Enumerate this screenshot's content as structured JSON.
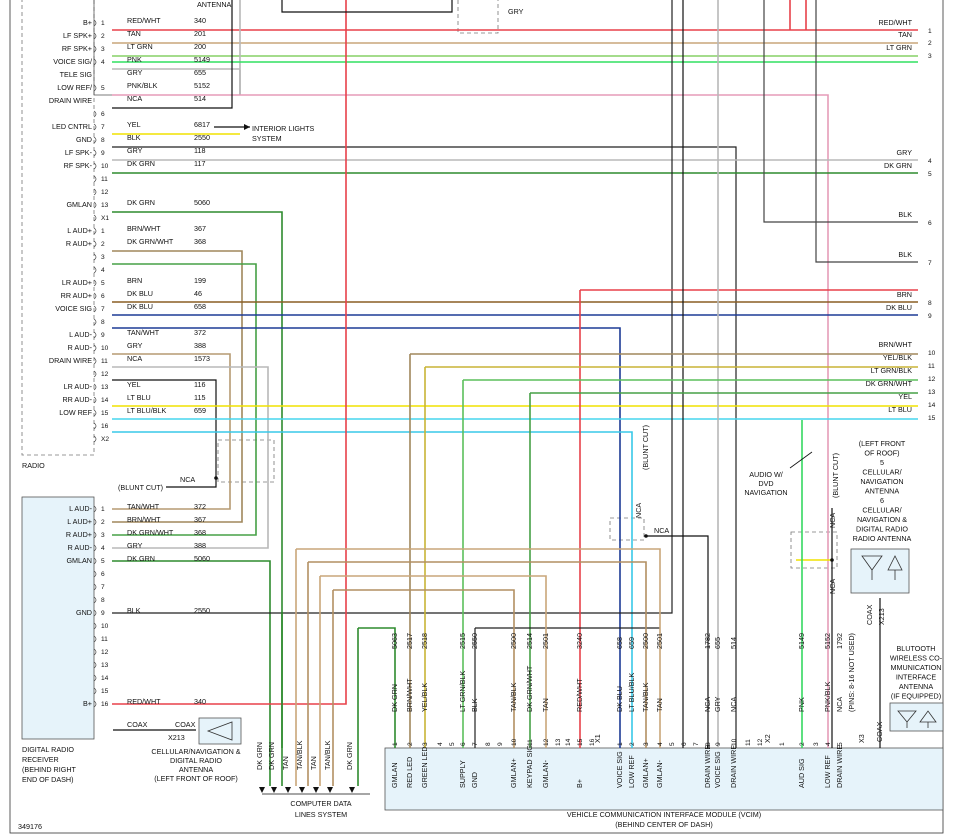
{
  "top": {
    "antenna_frag": "ANTENNA",
    "gry_label": "GRY"
  },
  "radio": {
    "label": "RADIO",
    "pins": [
      {
        "pin": "1",
        "fn": "B+",
        "color": "RED/WHT",
        "circuit": "340"
      },
      {
        "pin": "2",
        "fn": "LF SPK+",
        "color": "TAN",
        "circuit": "201"
      },
      {
        "pin": "3",
        "fn": "RF SPK+",
        "color": "LT GRN",
        "circuit": "200"
      },
      {
        "pin": "4",
        "fn": "VOICE SIG/",
        "color": "PNK",
        "circuit": "5149"
      },
      {
        "pin": "",
        "fn": "TELE SIG",
        "color": "GRY",
        "circuit": "655"
      },
      {
        "pin": "5",
        "fn": "LOW REF/",
        "color": "PNK/BLK",
        "circuit": "5152"
      },
      {
        "pin": "",
        "fn": "DRAIN WIRE",
        "color": "NCA",
        "circuit": "514"
      },
      {
        "pin": "6",
        "fn": "",
        "color": "",
        "circuit": ""
      },
      {
        "pin": "7",
        "fn": "LED CNTRL",
        "color": "YEL",
        "circuit": "6817"
      },
      {
        "pin": "8",
        "fn": "GND",
        "color": "BLK",
        "circuit": "2550"
      },
      {
        "pin": "9",
        "fn": "LF SPK-",
        "color": "GRY",
        "circuit": "118"
      },
      {
        "pin": "10",
        "fn": "RF SPK-",
        "color": "DK GRN",
        "circuit": "117"
      },
      {
        "pin": "11",
        "fn": "",
        "color": "",
        "circuit": ""
      },
      {
        "pin": "12",
        "fn": "",
        "color": "",
        "circuit": ""
      },
      {
        "pin": "13",
        "fn": "GMLAN",
        "color": "DK GRN",
        "circuit": "5060"
      },
      {
        "pin": "X1",
        "fn": "",
        "color": "",
        "circuit": ""
      },
      {
        "pin": "1",
        "fn": "L AUD+",
        "color": "BRN/WHT",
        "circuit": "367"
      },
      {
        "pin": "2",
        "fn": "R AUD+",
        "color": "DK GRN/WHT",
        "circuit": "368"
      },
      {
        "pin": "3",
        "fn": "",
        "color": "",
        "circuit": ""
      },
      {
        "pin": "4",
        "fn": "",
        "color": "",
        "circuit": ""
      },
      {
        "pin": "5",
        "fn": "LR AUD+",
        "color": "BRN",
        "circuit": "199"
      },
      {
        "pin": "6",
        "fn": "RR AUD+",
        "color": "DK BLU",
        "circuit": "46"
      },
      {
        "pin": "7",
        "fn": "VOICE SIG",
        "color": "DK BLU",
        "circuit": "658"
      },
      {
        "pin": "8",
        "fn": "",
        "color": "",
        "circuit": ""
      },
      {
        "pin": "9",
        "fn": "L AUD-",
        "color": "TAN/WHT",
        "circuit": "372"
      },
      {
        "pin": "10",
        "fn": "R AUD-",
        "color": "GRY",
        "circuit": "388"
      },
      {
        "pin": "11",
        "fn": "DRAIN WIRE",
        "color": "NCA",
        "circuit": "1573"
      },
      {
        "pin": "12",
        "fn": "",
        "color": "",
        "circuit": ""
      },
      {
        "pin": "13",
        "fn": "LR AUD-",
        "color": "YEL",
        "circuit": "116"
      },
      {
        "pin": "14",
        "fn": "RR AUD-",
        "color": "LT BLU",
        "circuit": "115"
      },
      {
        "pin": "15",
        "fn": "LOW REF",
        "color": "LT BLU/BLK",
        "circuit": "659"
      },
      {
        "pin": "16",
        "fn": "",
        "color": "",
        "circuit": ""
      },
      {
        "pin": "X2",
        "fn": "",
        "color": "",
        "circuit": ""
      }
    ]
  },
  "interior_lights": {
    "line1": "INTERIOR LIGHTS",
    "line2": "SYSTEM"
  },
  "blunt_cut_left": {
    "label": "(BLUNT CUT)",
    "nca": "NCA"
  },
  "drr": {
    "pins": [
      {
        "pin": "1",
        "fn": "L AUD-",
        "color": "TAN/WHT",
        "circuit": "372"
      },
      {
        "pin": "2",
        "fn": "L AUD+",
        "color": "BRN/WHT",
        "circuit": "367"
      },
      {
        "pin": "3",
        "fn": "R AUD+",
        "color": "DK GRN/WHT",
        "circuit": "368"
      },
      {
        "pin": "4",
        "fn": "R AUD-",
        "color": "GRY",
        "circuit": "388"
      },
      {
        "pin": "5",
        "fn": "GMLAN",
        "color": "DK GRN",
        "circuit": "5060"
      },
      {
        "pin": "6",
        "fn": "",
        "color": "",
        "circuit": ""
      },
      {
        "pin": "7",
        "fn": "",
        "color": "",
        "circuit": ""
      },
      {
        "pin": "8",
        "fn": "",
        "color": "",
        "circuit": ""
      },
      {
        "pin": "9",
        "fn": "GND",
        "color": "BLK",
        "circuit": "2550"
      },
      {
        "pin": "10",
        "fn": "",
        "color": "",
        "circuit": ""
      },
      {
        "pin": "11",
        "fn": "",
        "color": "",
        "circuit": ""
      },
      {
        "pin": "12",
        "fn": "",
        "color": "",
        "circuit": ""
      },
      {
        "pin": "13",
        "fn": "",
        "color": "",
        "circuit": ""
      },
      {
        "pin": "14",
        "fn": "",
        "color": "",
        "circuit": ""
      },
      {
        "pin": "15",
        "fn": "",
        "color": "",
        "circuit": ""
      },
      {
        "pin": "16",
        "fn": "B+",
        "color": "RED/WHT",
        "circuit": "340"
      }
    ],
    "label_lines": [
      "DIGITAL RADIO",
      "RECEIVER",
      "(BEHIND RIGHT",
      "END OF DASH)"
    ],
    "coax": "COAX",
    "x213": "X213",
    "antenna_lines": [
      "CELLULAR/NAVIGATION &",
      "DIGITAL RADIO",
      "ANTENNA",
      "(LEFT FRONT OF ROOF)"
    ]
  },
  "right_wires": [
    {
      "color": "RED/WHT",
      "num": "1"
    },
    {
      "color": "TAN",
      "num": "2"
    },
    {
      "color": "LT GRN",
      "num": "3"
    },
    {
      "color": "GRY",
      "num": "4"
    },
    {
      "color": "DK GRN",
      "num": "5"
    },
    {
      "color": "BLK",
      "num": "6"
    },
    {
      "color": "BLK",
      "num": "7"
    },
    {
      "color": "BRN",
      "num": "8"
    },
    {
      "color": "DK BLU",
      "num": "9"
    },
    {
      "color": "BRN/WHT",
      "num": "10"
    },
    {
      "color": "YEL/BLK",
      "num": "11"
    },
    {
      "color": "LT GRN/BLK",
      "num": "12"
    },
    {
      "color": "DK GRN/WHT",
      "num": "13"
    },
    {
      "color": "YEL",
      "num": "14"
    },
    {
      "color": "LT BLU",
      "num": "15"
    }
  ],
  "computer_data": {
    "wires": [
      "DK GRN",
      "DK GRN",
      "TAN",
      "TAN/BLK",
      "TAN",
      "TAN/BLK",
      "DK GRN"
    ],
    "line1": "COMPUTER DATA",
    "line2": "LINES SYSTEM"
  },
  "vcim": {
    "line1": "VEHICLE COMMUNICATION INTERFACE MODULE (VCIM)",
    "line2": "(BEHIND CENTER OF DASH)",
    "x1": "X1",
    "x2": "X2",
    "x3": "X3",
    "pins_note": "(PINS: 8-16 NOT USED)",
    "coax": "COAX",
    "x1_wires": [
      {
        "circuit": "5063",
        "color": "DK GRN",
        "pin": "1",
        "fn": "GMLAN"
      },
      {
        "circuit": "2517",
        "color": "BRN/WHT",
        "pin": "2",
        "fn": "RED LED"
      },
      {
        "circuit": "2518",
        "color": "YEL/BLK",
        "pin": "3",
        "fn": "GREEN LED"
      },
      {
        "circuit": "",
        "color": "",
        "pin": "4",
        "fn": ""
      },
      {
        "circuit": "",
        "color": "",
        "pin": "5",
        "fn": ""
      },
      {
        "circuit": "2515",
        "color": "LT GRN/BLK",
        "pin": "6",
        "fn": "SUPPLY"
      },
      {
        "circuit": "2550",
        "color": "BLK",
        "pin": "7",
        "fn": "GND"
      },
      {
        "circuit": "",
        "color": "",
        "pin": "8",
        "fn": ""
      },
      {
        "circuit": "",
        "color": "",
        "pin": "9",
        "fn": ""
      },
      {
        "circuit": "2500",
        "color": "TAN/BLK",
        "pin": "10",
        "fn": "GMLAN+"
      },
      {
        "circuit": "2514",
        "color": "DK GRN/WHT",
        "pin": "11",
        "fn": "KEYPAD SIG"
      },
      {
        "circuit": "2501",
        "color": "TAN",
        "pin": "12",
        "fn": "GMLAN-"
      },
      {
        "circuit": "",
        "color": "",
        "pin": "13",
        "fn": ""
      },
      {
        "circuit": "",
        "color": "",
        "pin": "14",
        "fn": ""
      },
      {
        "circuit": "3240",
        "color": "RED/WHT",
        "pin": "15",
        "fn": "B+"
      },
      {
        "circuit": "",
        "color": "",
        "pin": "16",
        "fn": ""
      }
    ],
    "x2_wires": [
      {
        "circuit": "658",
        "color": "DK BLU",
        "pin": "1",
        "fn": "VOICE SIG"
      },
      {
        "circuit": "659",
        "color": "LT BLU/BLK",
        "pin": "2",
        "fn": "LOW REF"
      },
      {
        "circuit": "2500",
        "color": "TAN/BLK",
        "pin": "3",
        "fn": "GMLAN+"
      },
      {
        "circuit": "2501",
        "color": "TAN",
        "pin": "4",
        "fn": "GMLAN-"
      },
      {
        "circuit": "",
        "color": "",
        "pin": "5",
        "fn": ""
      },
      {
        "circuit": "",
        "color": "",
        "pin": "6",
        "fn": ""
      },
      {
        "circuit": "",
        "color": "",
        "pin": "7",
        "fn": ""
      },
      {
        "circuit": "1782",
        "color": "NCA",
        "pin": "8",
        "fn": "DRAIN WIRE"
      },
      {
        "circuit": "655",
        "color": "GRY",
        "pin": "9",
        "fn": "VOICE SIG"
      },
      {
        "circuit": "514",
        "color": "NCA",
        "pin": "10",
        "fn": "DRAIN WIRE"
      },
      {
        "circuit": "",
        "color": "",
        "pin": "11",
        "fn": ""
      },
      {
        "circuit": "",
        "color": "",
        "pin": "12",
        "fn": ""
      }
    ],
    "x3_wires": [
      {
        "circuit": "",
        "color": "",
        "pin": "1",
        "fn": ""
      },
      {
        "circuit": "5149",
        "color": "PNK",
        "pin": "2",
        "fn": "AUD SIG"
      },
      {
        "circuit": "",
        "color": "",
        "pin": "3",
        "fn": ""
      },
      {
        "circuit": "5152",
        "color": "PNK/BLK",
        "pin": "4",
        "fn": "LOW REF"
      },
      {
        "circuit": "1792",
        "color": "NCA",
        "pin": "5",
        "fn": "DRAIN WIRE"
      }
    ]
  },
  "blunt_cut_vertical": "(BLUNT CUT)",
  "nca": "NCA",
  "audio_dvd": [
    "AUDIO W/",
    "DVD",
    "NAVIGATION"
  ],
  "roof_antenna": [
    "(LEFT FRONT",
    "OF ROOF)",
    "5",
    "CELLULAR/",
    "NAVIGATION",
    "ANTENNA",
    "6",
    "CELLULAR/",
    "NAVIGATION &",
    "DIGITAL RADIO",
    "RADIO ANTENNA"
  ],
  "x213_right": "X213",
  "coax_right": "COAX",
  "bluetooth": [
    "BLUTOOTH",
    "WIRELESS CO-",
    "MMUNICATION",
    "INTERFACE",
    "ANTENNA",
    "(IF EQUIPPED)"
  ],
  "diagram_id": "349176"
}
